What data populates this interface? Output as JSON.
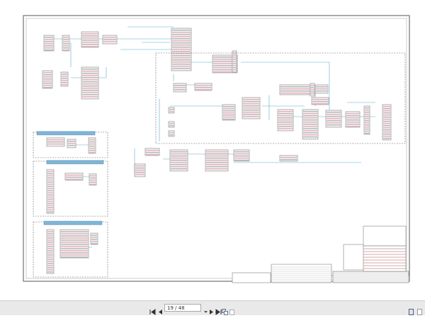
{
  "document": {
    "type": "wiring-diagram",
    "current_page": 19,
    "total_pages": 48,
    "page_indicator": "19 / 48"
  },
  "toolbar": {
    "icons": [
      "first-page-icon",
      "previous-page-icon",
      "page-dropdown-icon",
      "next-page-icon",
      "last-page-icon",
      "copy-icon",
      "paste-icon",
      "single-page-view-icon",
      "bookmark-icon"
    ]
  },
  "colors": {
    "wire": "#5aa9c9",
    "frame": "#555555",
    "connector_pink": "#e7b6c0",
    "connector_gray": "#bdbdbd",
    "label_blue": "#3a8fc0",
    "toolbar_bg": "#e9e9e9"
  }
}
